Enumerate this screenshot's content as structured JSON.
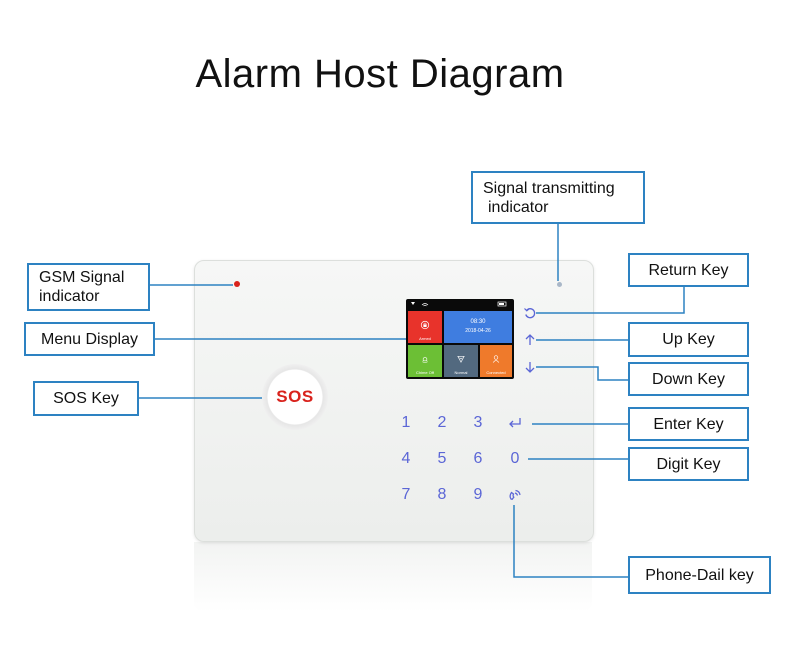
{
  "title": "Alarm Host Diagram",
  "device": {
    "sos_label": "SOS",
    "screen": {
      "time": "08:30",
      "date": "2018-04-26",
      "tiles": {
        "armed": "Armed",
        "chime": "Chime Off",
        "normal": "Normal",
        "connected": "Connected"
      }
    },
    "keys": {
      "row1": [
        "1",
        "2",
        "3"
      ],
      "row2": [
        "4",
        "5",
        "6"
      ],
      "row3": [
        "7",
        "8",
        "9"
      ],
      "zero": "0",
      "return_icon": "return-icon",
      "up_icon": "up-arrow-icon",
      "down_icon": "down-arrow-icon",
      "enter_icon": "enter-icon",
      "phone_icon": "phone-icon"
    },
    "colors": {
      "sos_red": "#d9231d",
      "key_blue": "#5b66d6",
      "callout_border": "#2d82c2",
      "tile_armed": "#e8332b",
      "tile_time": "#3f7de0",
      "tile_chime": "#6cbf35",
      "tile_normal": "#52697f",
      "tile_connected": "#ef7a2b"
    }
  },
  "callouts": {
    "signal_tx_line1": "Signal transmitting",
    "signal_tx_line2": "indicator",
    "gsm_line1": "GSM Signal",
    "gsm_line2": "indicator",
    "menu_display": "Menu Display",
    "sos_key": "SOS Key",
    "return_key": "Return Key",
    "up_key": "Up Key",
    "down_key": "Down Key",
    "enter_key": "Enter Key",
    "digit_key": "Digit Key",
    "phone_key": "Phone-Dail key"
  }
}
